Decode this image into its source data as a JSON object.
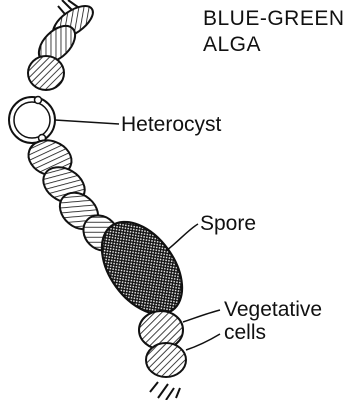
{
  "title": {
    "line1": "BLUE-GREEN",
    "line2": "ALGA"
  },
  "labels": {
    "heterocyst": "Heterocyst",
    "spore": "Spore",
    "vegetative_line1": "Vegetative",
    "vegetative_line2": "cells"
  },
  "colors": {
    "ink": "#111111",
    "background": "#ffffff"
  }
}
